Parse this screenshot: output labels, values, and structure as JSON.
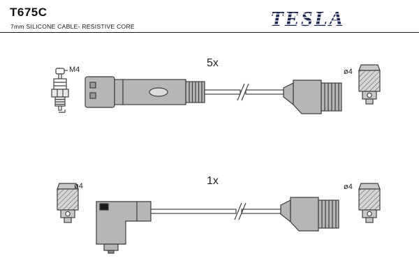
{
  "header": {
    "part_number": "T675C",
    "subtitle": "7mm SILICONE CABLE- RESISTIVE CORE",
    "brand": "TESLA"
  },
  "diagram": {
    "top_cable": {
      "quantity_label": "5x",
      "spark_plug_thread_label": "M4",
      "right_terminal_diameter_label": "ø4"
    },
    "bottom_cable": {
      "quantity_label": "1x",
      "left_terminal_diameter_label": "ø4",
      "right_terminal_diameter_label": "ø4"
    },
    "colors": {
      "connector_fill": "#b6b6b6",
      "line_color": "#3f3f3f",
      "brand_navy": "#1b2350"
    }
  }
}
